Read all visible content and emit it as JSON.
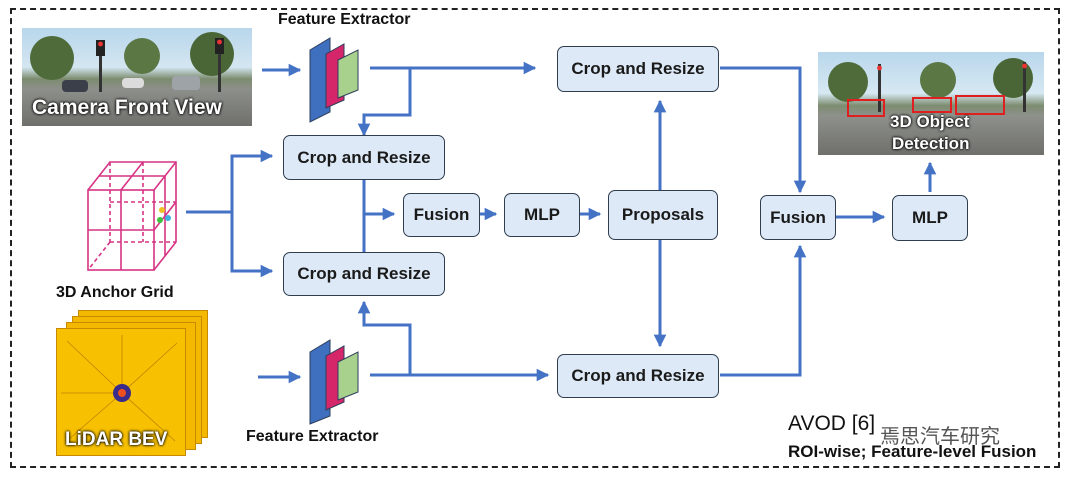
{
  "nodes": {
    "crop_top_right": "Crop and Resize",
    "crop_left_top": "Crop and Resize",
    "crop_left_bottom": "Crop and Resize",
    "crop_bottom_right": "Crop and Resize",
    "fusion_left": "Fusion",
    "mlp_left": "MLP",
    "proposals": "Proposals",
    "fusion_right": "Fusion",
    "mlp_right": "MLP"
  },
  "labels": {
    "feature_extractor_top": "Feature Extractor",
    "feature_extractor_bottom": "Feature Extractor",
    "anchor_grid": "3D Anchor Grid"
  },
  "images": {
    "camera_caption": "Camera Front View",
    "lidar_caption": "LiDAR BEV",
    "detection_caption_1": "3D Object",
    "detection_caption_2": "Detection"
  },
  "footer": {
    "title": "AVOD [6]",
    "subtitle": "ROI-wise; Feature-level Fusion",
    "watermark": "焉思汽车研究"
  },
  "colors": {
    "arrow": "#4472c4",
    "box_fill": "#dde9f6",
    "grid": "#d63384"
  }
}
